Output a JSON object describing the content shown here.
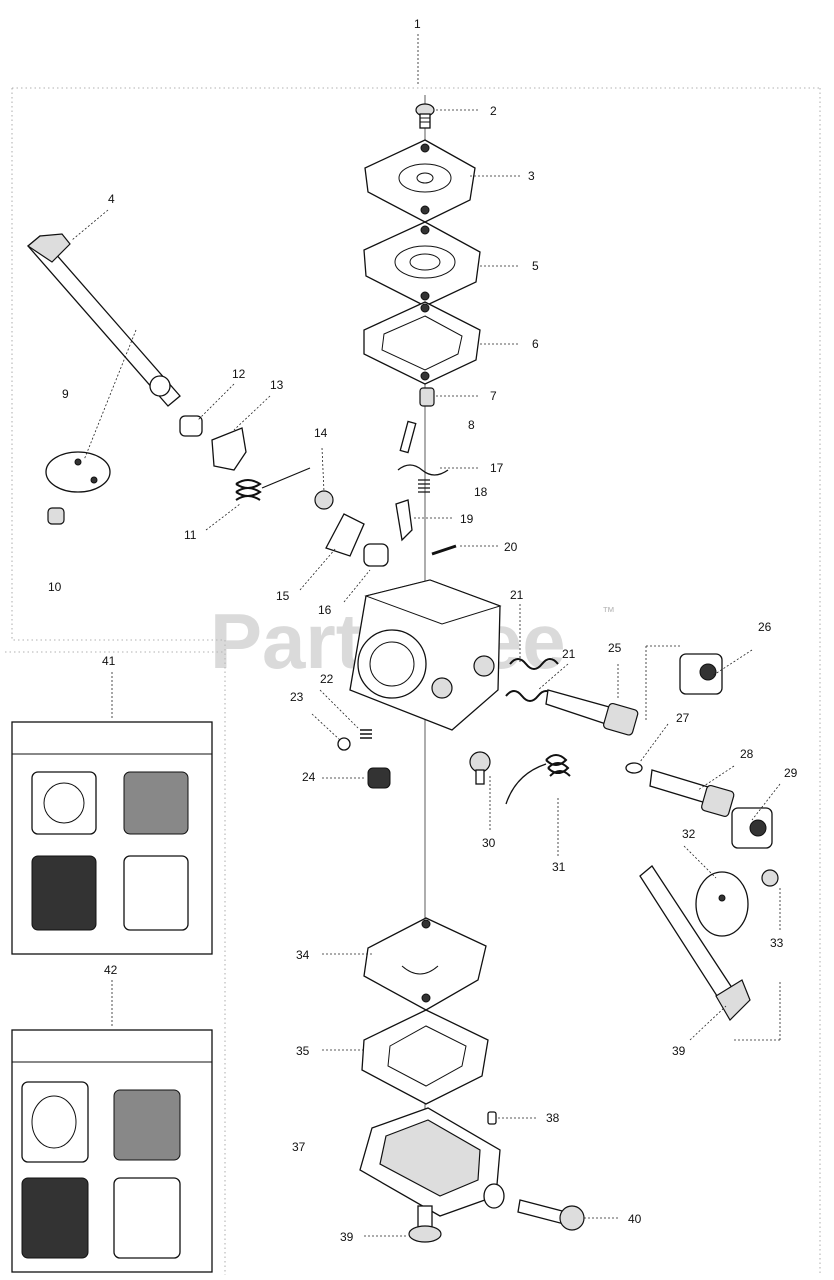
{
  "watermark": {
    "text": "PartsTree",
    "trademark": "™"
  },
  "callouts": [
    {
      "id": "c1",
      "text": "1"
    },
    {
      "id": "c2",
      "text": "2"
    },
    {
      "id": "c3",
      "text": "3"
    },
    {
      "id": "c4",
      "text": "4"
    },
    {
      "id": "c5",
      "text": "5"
    },
    {
      "id": "c6",
      "text": "6"
    },
    {
      "id": "c7",
      "text": "7"
    },
    {
      "id": "c8",
      "text": "8"
    },
    {
      "id": "c9",
      "text": "9"
    },
    {
      "id": "c10",
      "text": "10"
    },
    {
      "id": "c11",
      "text": "11"
    },
    {
      "id": "c12",
      "text": "12"
    },
    {
      "id": "c13",
      "text": "13"
    },
    {
      "id": "c14",
      "text": "14"
    },
    {
      "id": "c15",
      "text": "15"
    },
    {
      "id": "c16",
      "text": "16"
    },
    {
      "id": "c17",
      "text": "17"
    },
    {
      "id": "c18",
      "text": "18"
    },
    {
      "id": "c19",
      "text": "19"
    },
    {
      "id": "c20",
      "text": "20"
    },
    {
      "id": "c21a",
      "text": "21"
    },
    {
      "id": "c21b",
      "text": "21"
    },
    {
      "id": "c22",
      "text": "22"
    },
    {
      "id": "c23",
      "text": "23"
    },
    {
      "id": "c24",
      "text": "24"
    },
    {
      "id": "c25",
      "text": "25"
    },
    {
      "id": "c26",
      "text": "26"
    },
    {
      "id": "c27",
      "text": "27"
    },
    {
      "id": "c28",
      "text": "28"
    },
    {
      "id": "c29",
      "text": "29"
    },
    {
      "id": "c30",
      "text": "30"
    },
    {
      "id": "c31",
      "text": "31"
    },
    {
      "id": "c32",
      "text": "32"
    },
    {
      "id": "c33",
      "text": "33"
    },
    {
      "id": "c34",
      "text": "34"
    },
    {
      "id": "c35",
      "text": "35"
    },
    {
      "id": "c37",
      "text": "37"
    },
    {
      "id": "c38",
      "text": "38"
    },
    {
      "id": "c39a",
      "text": "39"
    },
    {
      "id": "c39b",
      "text": "39"
    },
    {
      "id": "c40",
      "text": "40"
    },
    {
      "id": "c41",
      "text": "41"
    },
    {
      "id": "c42",
      "text": "42"
    }
  ]
}
